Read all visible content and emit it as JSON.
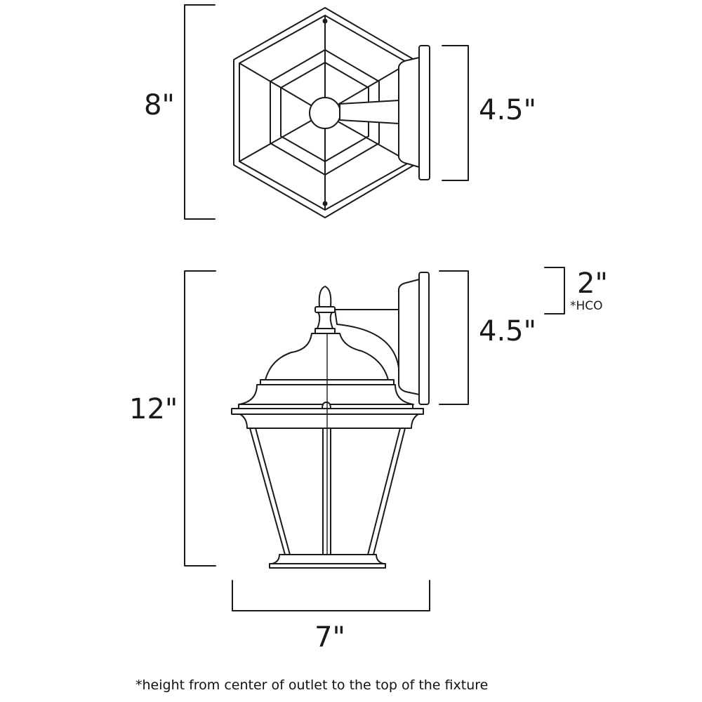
{
  "top_view": {
    "height_label": "8\"",
    "backplate_label": "4.5\""
  },
  "side_view": {
    "height_label": "12\"",
    "backplate_label": "4.5\"",
    "hco_label": "2\"",
    "hco_note": "*HCO",
    "width_label": "7\""
  },
  "footnote": "*height from center of outlet to the top of the fixture",
  "colors": {
    "line": "#1a1a1a",
    "background": "#ffffff"
  }
}
